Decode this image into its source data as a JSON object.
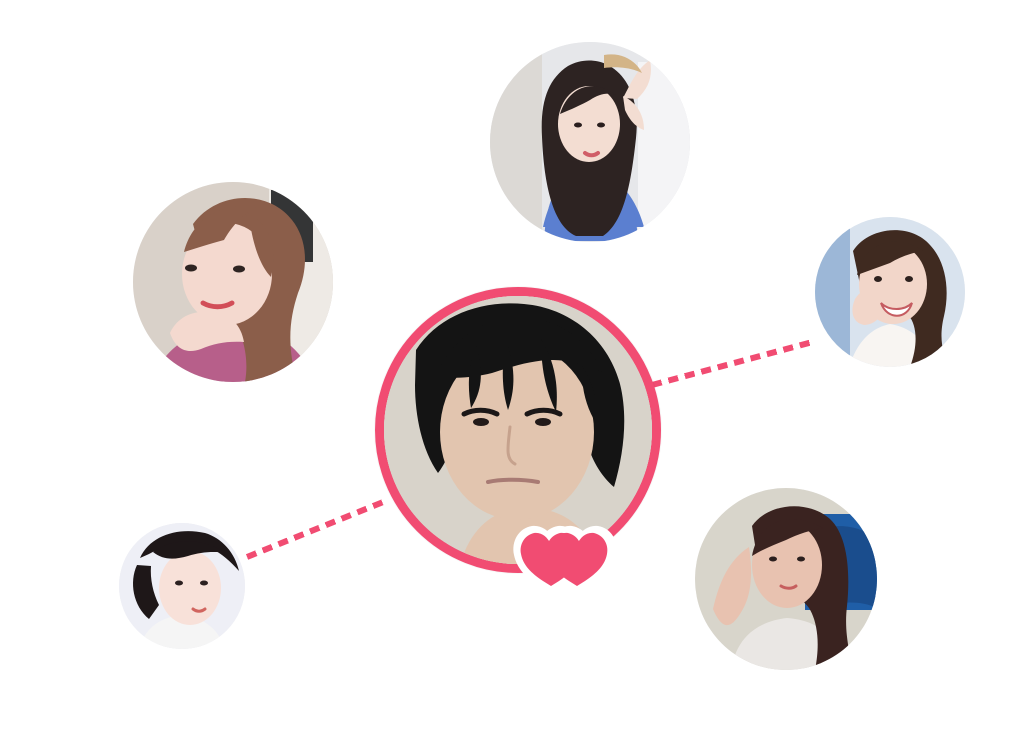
{
  "colors": {
    "accent": "#F14C72",
    "white": "#FFFFFF"
  },
  "profiles": {
    "center": {
      "name": "center-profile-photo",
      "icon": "person-photo-icon",
      "skin": "#E2C5AF",
      "hair": "#141414",
      "bg": "#D8D3CA"
    },
    "top": {
      "name": "top-profile-photo",
      "icon": "person-photo-icon",
      "skin": "#F3DDD2",
      "hair": "#2D2322",
      "bg": "#E6E7EA",
      "outfit": "#5B7FD0"
    },
    "left": {
      "name": "left-profile-photo",
      "icon": "person-photo-icon",
      "skin": "#F4D9CF",
      "hair": "#8B5E4A",
      "bg": "#D9D1C9",
      "outfit": "#B75F8A"
    },
    "right": {
      "name": "right-profile-photo",
      "icon": "person-photo-icon",
      "skin": "#F2D6C9",
      "hair": "#3F2A20",
      "bg": "#D9E3EE",
      "outfit": "#F8F5F2"
    },
    "bottom_left": {
      "name": "bottom-left-profile-photo",
      "icon": "person-photo-icon",
      "skin": "#F8E1D9",
      "hair": "#1E1718",
      "bg": "#EEEFF6",
      "outfit": "#F5F5F5"
    },
    "bottom_right": {
      "name": "bottom-right-profile-photo",
      "icon": "person-photo-icon",
      "skin": "#E8C2B0",
      "hair": "#3A2320",
      "bg": "#D8D5CB",
      "outfit": "#EAE7E4"
    }
  },
  "badge": {
    "icon": "double-heart-icon"
  }
}
